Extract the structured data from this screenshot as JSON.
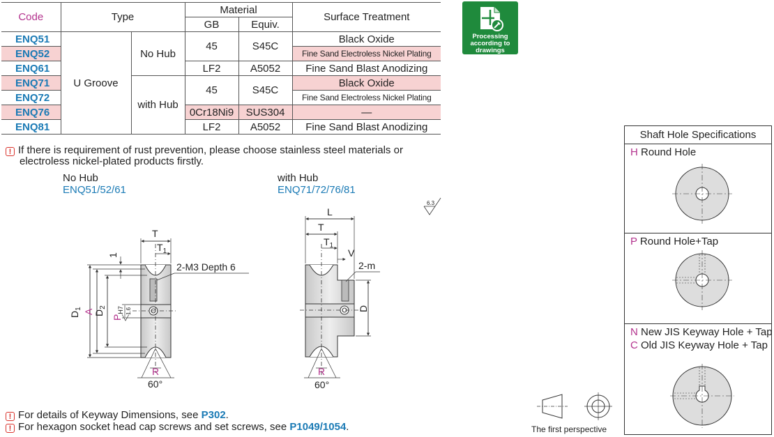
{
  "table": {
    "headers": {
      "code": "Code",
      "type": "Type",
      "material": "Material",
      "gb": "GB",
      "equiv": "Equiv.",
      "surface": "Surface Treatment"
    },
    "type_u_groove": "U Groove",
    "type_no_hub": "No Hub",
    "type_with_hub": "with Hub",
    "rows": [
      {
        "code": "ENQ51",
        "surface": "Black Oxide"
      },
      {
        "code": "ENQ52",
        "surface": "Fine Sand Electroless Nickel Plating"
      },
      {
        "code": "ENQ61",
        "gb": "LF2",
        "equiv": "A5052",
        "surface": "Fine Sand Blast Anodizing"
      },
      {
        "code": "ENQ71",
        "surface": "Black Oxide"
      },
      {
        "code": "ENQ72",
        "surface": "Fine Sand Electroless Nickel Plating"
      },
      {
        "code": "ENQ76",
        "gb": "0Cr18Ni9",
        "equiv": "SUS304",
        "surface": "—"
      },
      {
        "code": "ENQ81",
        "gb": "LF2",
        "equiv": "A5052",
        "surface": "Fine Sand Blast Anodizing"
      }
    ],
    "merged_gb_1": "45",
    "merged_equiv_1": "S45C",
    "merged_gb_2": "45",
    "merged_equiv_2": "S45C"
  },
  "badge": {
    "line1": "Processing",
    "line2": "according to",
    "line3": "drawings"
  },
  "notes": {
    "rust_line1": "If there is requirement of rust prevention, please choose stainless steel materials or",
    "rust_line2": "electroless nickel-plated products firstly.",
    "keyway_prefix": "For details of Keyway Dimensions, see ",
    "keyway_ref": "P302",
    "keyway_suffix": ".",
    "screw_prefix": "For hexagon socket head cap screws and set screws, see ",
    "screw_ref": "P1049/1054",
    "screw_suffix": "."
  },
  "drawing_left": {
    "title": "No Hub",
    "codes": "ENQ51/52/61",
    "T": "T",
    "T1": "T",
    "T1_sub": "1",
    "one": "1",
    "callout": "2-M3 Depth 6",
    "D1": "D",
    "D1_sub": "1",
    "A": "A",
    "D2": "D",
    "D2_sub": "2",
    "P": "P",
    "P_sub": "H7",
    "rough": "1.6",
    "R": "R",
    "angle": "60°"
  },
  "drawing_right": {
    "title": "with Hub",
    "codes": "ENQ71/72/76/81",
    "L": "L",
    "T": "T",
    "T1": "T",
    "T1_sub": "1",
    "V": "V",
    "callout": "2-m",
    "D": "D",
    "R": "R",
    "angle": "60°",
    "rough": "6.3"
  },
  "projection_label": "The first perspective",
  "panel": {
    "title": "Shaft Hole Specifications",
    "h_code": "H",
    "h_label": " Round Hole",
    "p_code": "P",
    "p_label": " Round Hole+Tap",
    "n_code": "N",
    "n_label": " New JIS Keyway Hole + Tap",
    "c_code": "C",
    "c_label": " Old JIS Keyway Hole + Tap"
  },
  "colors": {
    "accent_blue": "#1a7ab5",
    "accent_magenta": "#b3328d",
    "row_pink": "#f7d2d2",
    "badge_green": "#1f8a3c",
    "warn_red": "#d9322b"
  }
}
